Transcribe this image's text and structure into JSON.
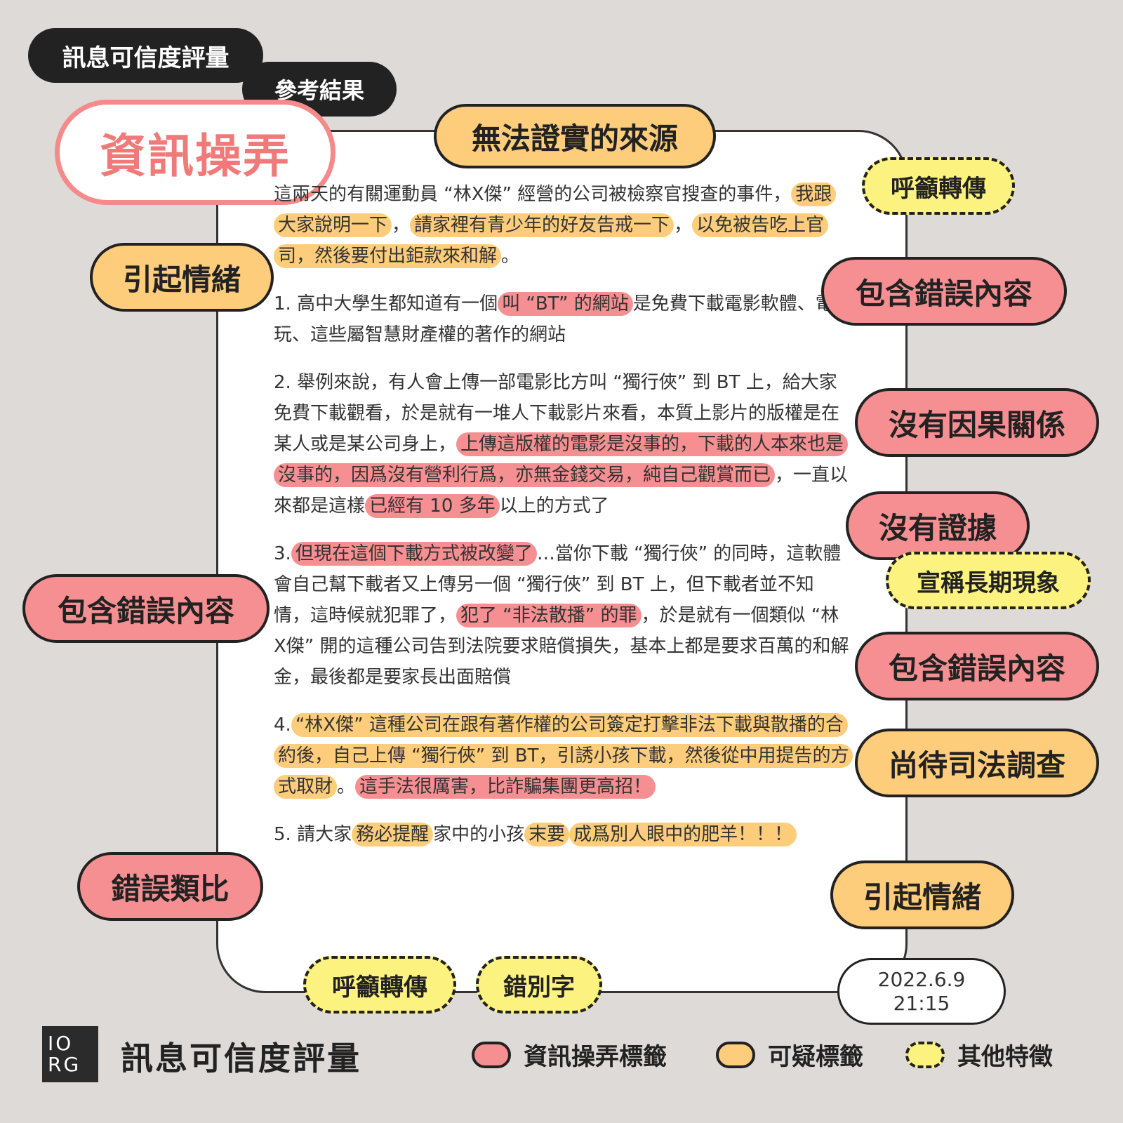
{
  "header": {
    "title": "訊息可信度評量",
    "subtitle": "參考結果",
    "verdict": "資訊操弄"
  },
  "tags": {
    "unverifiable_source": "無法證實的來源",
    "call_to_share_top": "呼籲轉傳",
    "emotion_left": "引起情緒",
    "false_content_right1": "包含錯誤內容",
    "no_causality": "沒有因果關係",
    "no_evidence": "沒有證據",
    "long_term_claim": "宣稱長期現象",
    "false_content_left": "包含錯誤內容",
    "false_content_right2": "包含錯誤內容",
    "pending_judicial": "尚待司法調查",
    "false_analogy": "錯誤類比",
    "emotion_right": "引起情緒",
    "call_to_share_bottom": "呼籲轉傳",
    "typo": "錯別字"
  },
  "message": {
    "p0": {
      "a": "這兩天的有關運動員 “林X傑” 經營的公司被檢察官搜查的事件，",
      "b": "我跟大家說明一下",
      "c": "，",
      "d": "請家裡有青少年的好友告戒一下",
      "e": "，",
      "f": "以免被告吃上官司，然後要付出鉅款來和解",
      "g": "。"
    },
    "p1": {
      "a": "1. 高中大學生都知道有一個",
      "b": "叫 “BT” 的網站",
      "c": "是免費下載電影軟體、電玩、這些屬智慧財產權的著作的網站"
    },
    "p2": {
      "a": "2. 舉例來說，有人會上傳一部電影比方叫 “獨行俠” 到 BT 上，給大家免費下載觀看，於是就有一堆人下載影片來看，本質上影片的版權是在某人或是某公司身上，",
      "b": "上傳這版權的電影是沒事的，下載的人本來也是沒事的，因爲沒有營利行爲，亦無金錢交易，純自己觀賞而已",
      "c": "，一直以來都是這樣",
      "d": "已經有 10 多年",
      "e": "以上的方式了"
    },
    "p3": {
      "a": "3.",
      "b": "但現在這個下載方式被改變了",
      "c": "…當你下載 “獨行俠” 的同時，這軟體會自己幫下載者又上傳另一個 “獨行俠” 到 BT 上，但下載者並不知情，這時候就犯罪了，",
      "d": "犯了 “非法散播” 的罪",
      "e": "，於是就有一個類似 “林X傑” 開的這種公司告到法院要求賠償損失，基本上都是要求百萬的和解金，最後都是要家長出面賠償"
    },
    "p4": {
      "a": "4.",
      "b": "“林X傑” 這種公司在跟有著作權的公司簽定打擊非法下載與散播的合約後，自己上傳 “獨行俠” 到 BT，引誘小孩下載，然後從中用提告的方式取財",
      "c": "。",
      "d": "這手法很厲害，比詐騙集團更高招！"
    },
    "p5": {
      "a": "5. 請大家",
      "b": "務必提醒",
      "c": "家中的小孩",
      "d": "末要",
      "e": "成爲別人眼中的肥羊！！！"
    }
  },
  "timestamp": {
    "date": "2022.6.9",
    "time": "21:15"
  },
  "footer": {
    "logo_top": "IO",
    "logo_bottom": "RG",
    "brand": "訊息可信度評量",
    "legend": {
      "manipulation": "資訊操弄標籤",
      "suspicious": "可疑標籤",
      "other": "其他特徵"
    }
  },
  "colors": {
    "manipulation": "#f58f91",
    "suspicious": "#fdcd7b",
    "other": "#fcf27f",
    "verdict": "#f07a7a",
    "background": "#dedad8"
  }
}
